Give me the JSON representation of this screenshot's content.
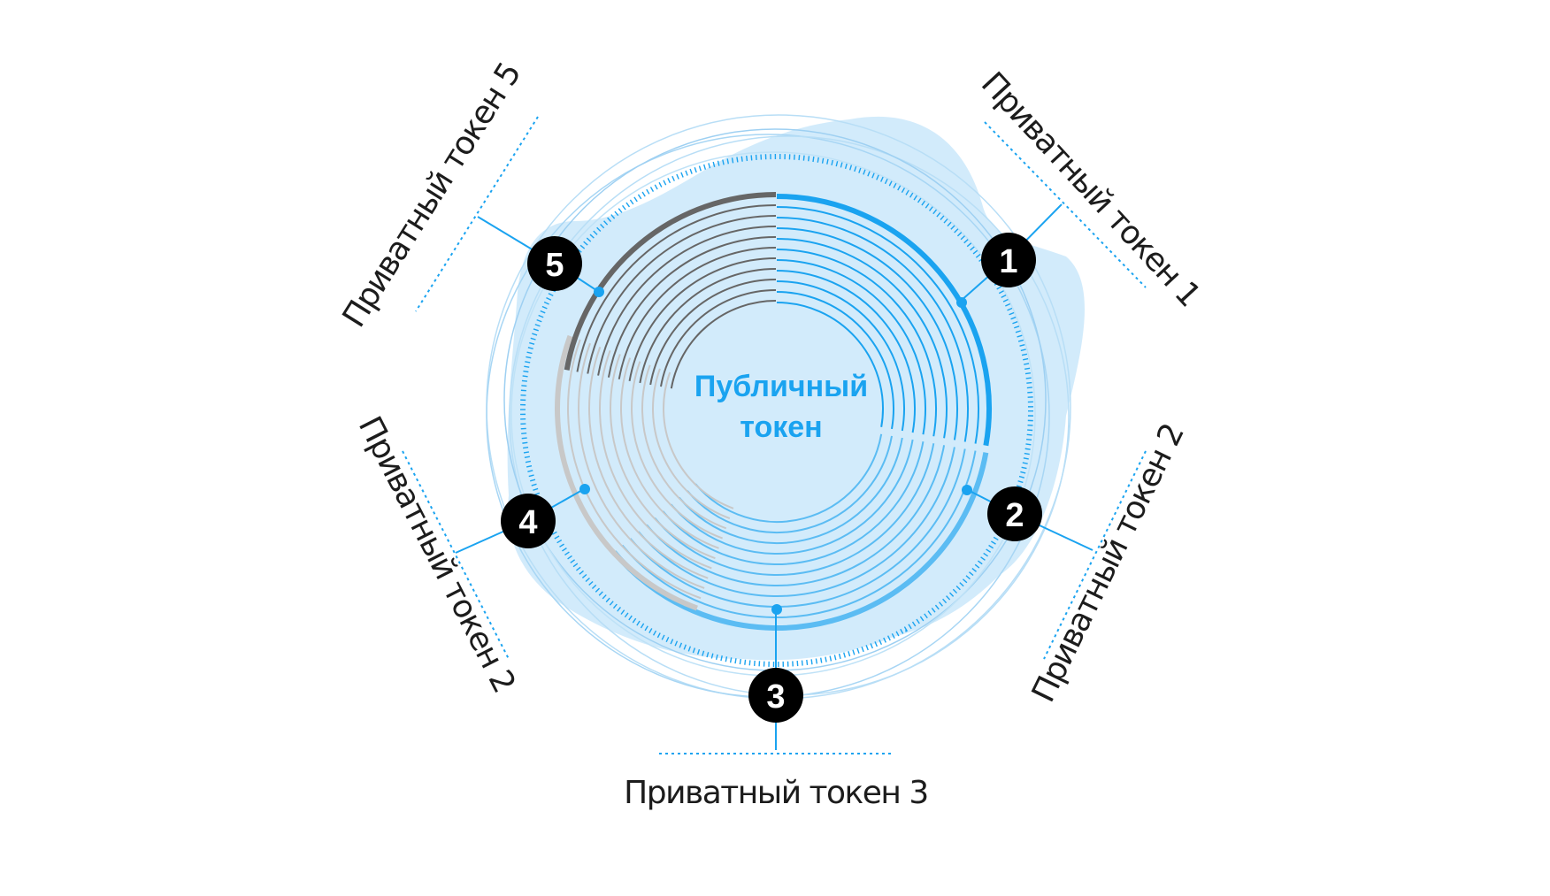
{
  "center": {
    "line1": "Публичный",
    "line2": "токен"
  },
  "tokens": [
    {
      "number": "1",
      "label": "Приватный токен 1"
    },
    {
      "number": "2",
      "label": "Приватный токен 2"
    },
    {
      "number": "3",
      "label": "Приватный токен 3"
    },
    {
      "number": "4",
      "label": "Приватный токен 2"
    },
    {
      "number": "5",
      "label": "Приватный токен 5"
    }
  ],
  "colors": {
    "accent": "#1aa3f0",
    "dark_gray": "#666666",
    "light_gray": "#c8c8c8",
    "blob": "#cde9fb",
    "badge": "#000000"
  }
}
